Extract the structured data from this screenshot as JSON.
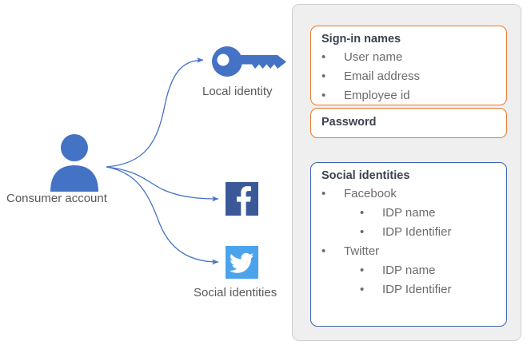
{
  "diagram": {
    "nodes": [
      {
        "id": "consumer-account",
        "label": "Consumer account",
        "icon": "person-icon"
      },
      {
        "id": "local-identity",
        "label": "Local identity",
        "icon": "key-icon"
      },
      {
        "id": "social-identities",
        "label": "Social identities",
        "icon": "facebook-icon"
      }
    ],
    "icons": {
      "person": "person-icon",
      "key": "key-icon",
      "facebook": "facebook-icon",
      "twitter": "twitter-icon"
    },
    "edges": [
      {
        "from": "consumer-account",
        "to": "local-identity"
      },
      {
        "from": "consumer-account",
        "to": "facebook-icon"
      },
      {
        "from": "consumer-account",
        "to": "twitter-icon"
      }
    ]
  },
  "colors": {
    "accent_blue": "#4472C4",
    "arrow_blue": "#4472C4",
    "facebook_blue": "#3B5998",
    "twitter_blue": "#4BA3EB",
    "card_orange": "#E8792B",
    "card_blue": "#3A62B0",
    "panel_gray": "#EFEFEF",
    "text_gray": "#6B6B6B",
    "title_gray": "#3B4350"
  },
  "panel": {
    "signin": {
      "title": "Sign-in names",
      "items": [
        {
          "level": 1,
          "bullet": "•",
          "text": "User name"
        },
        {
          "level": 1,
          "bullet": "•",
          "text": "Email address"
        },
        {
          "level": 1,
          "bullet": "•",
          "text": "Employee id"
        }
      ]
    },
    "password": {
      "title": "Password"
    },
    "social": {
      "title": "Social identities",
      "items": [
        {
          "level": 1,
          "bullet": "•",
          "text": "Facebook"
        },
        {
          "level": 2,
          "bullet": "•",
          "text": "IDP name"
        },
        {
          "level": 2,
          "bullet": "•",
          "text": "IDP Identifier"
        },
        {
          "level": 1,
          "bullet": "•",
          "text": "Twitter"
        },
        {
          "level": 2,
          "bullet": "•",
          "text": "IDP name"
        },
        {
          "level": 2,
          "bullet": "•",
          "text": "IDP Identifier"
        }
      ]
    }
  },
  "labels": {
    "consumer_account": "Consumer account",
    "local_identity": "Local identity",
    "social_identities": "Social identities"
  }
}
